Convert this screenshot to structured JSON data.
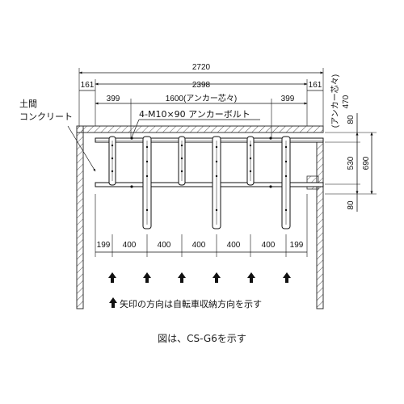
{
  "labels": {
    "floor_line1": "土間",
    "floor_line2": "コンクリート",
    "anchor_bolt": "4-M10×90 アンカーボルト",
    "anchor_center_side": "(アンカー芯々)",
    "arrow_note": "矢印の方向は自転車収納方向を示す",
    "caption": "図は、CS-G6を示す"
  },
  "dimensions": {
    "overall": "2720",
    "left_margin": "161",
    "inner": "2398",
    "right_margin": "161",
    "left_offset": "399",
    "anchor_center": "1600(アンカー芯々)",
    "right_offset": "399",
    "right_top": "470",
    "right_80_top": "80",
    "right_530": "530",
    "right_690": "690",
    "right_80_bottom": "80",
    "bottom": [
      "199",
      "400",
      "400",
      "400",
      "400",
      "400",
      "199"
    ]
  },
  "icons": {
    "arrow": "arrow-up-icon"
  },
  "colors": {
    "line": "#111111",
    "frame": "#333333",
    "hatch": "#555555"
  }
}
